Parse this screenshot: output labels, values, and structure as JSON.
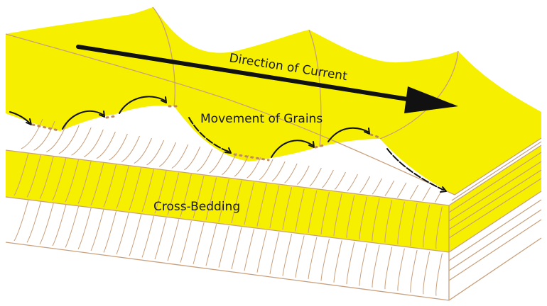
{
  "labels": {
    "current": "Direction of Current",
    "grains": "Movement of Grains",
    "bedding": "Cross-Bedding"
  },
  "colors": {
    "sand": "#f6f000",
    "sand_dark": "#e9de00",
    "paper": "#ffffff",
    "line": "#c9a07c",
    "ink": "#111111",
    "dotted": "#c08a5a"
  }
}
